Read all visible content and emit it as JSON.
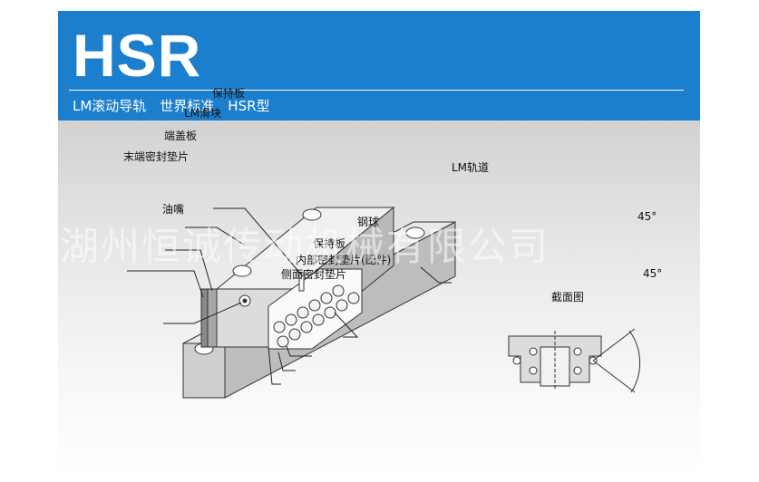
{
  "banner": {
    "title": "HSR",
    "subtitle": "LM滚动导轨　世界标准　HSR型",
    "color": "#1b7fce"
  },
  "callouts": {
    "retainer_top": "保持板",
    "lm_block": "LM滑块",
    "end_plate": "端盖板",
    "end_seal": "末端密封垫片",
    "grease_nipple": "油嘴",
    "lm_rail": "LM轨道",
    "ball": "钢球",
    "retainer_bottom": "保持板",
    "inner_seal": "内部密封垫片(配件)",
    "side_seal": "侧面密封垫片"
  },
  "cross_section": {
    "caption": "截面图",
    "angle_top": "45°",
    "angle_bottom": "45°"
  },
  "watermark": "湖州恒诚传动机械有限公司"
}
